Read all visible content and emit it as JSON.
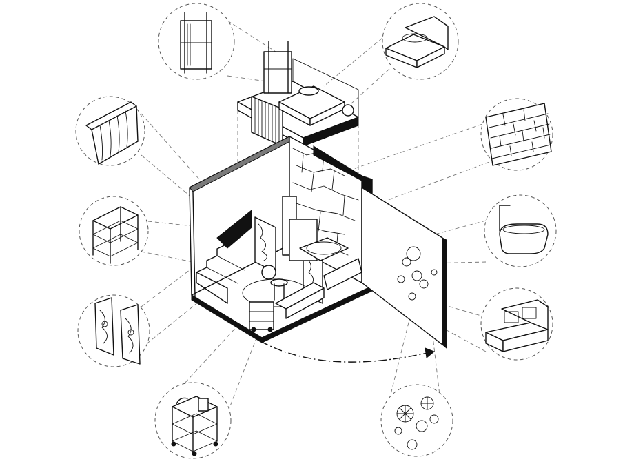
{
  "diagram": {
    "style": "isometric-exploded-axonometric",
    "colors": {
      "ink": "#111111",
      "paper": "#ffffff",
      "guide": "#777777",
      "fill_dark": "#7a7a7a"
    },
    "detail_callouts": [
      {
        "id": "wardrobe-rack",
        "icon": "wardrobe-rack-icon"
      },
      {
        "id": "bed",
        "icon": "bed-icon"
      },
      {
        "id": "railing",
        "icon": "railing-icon"
      },
      {
        "id": "stone-wall",
        "icon": "stone-wall-icon"
      },
      {
        "id": "shelving",
        "icon": "shelving-icon"
      },
      {
        "id": "bathtub",
        "icon": "bathtub-icon"
      },
      {
        "id": "carved-screens",
        "icon": "carved-screens-icon"
      },
      {
        "id": "sofa",
        "icon": "sofa-icon"
      },
      {
        "id": "trolley-cart",
        "icon": "trolley-cart-icon"
      },
      {
        "id": "wall-decoration",
        "icon": "wall-decoration-icon"
      }
    ]
  }
}
